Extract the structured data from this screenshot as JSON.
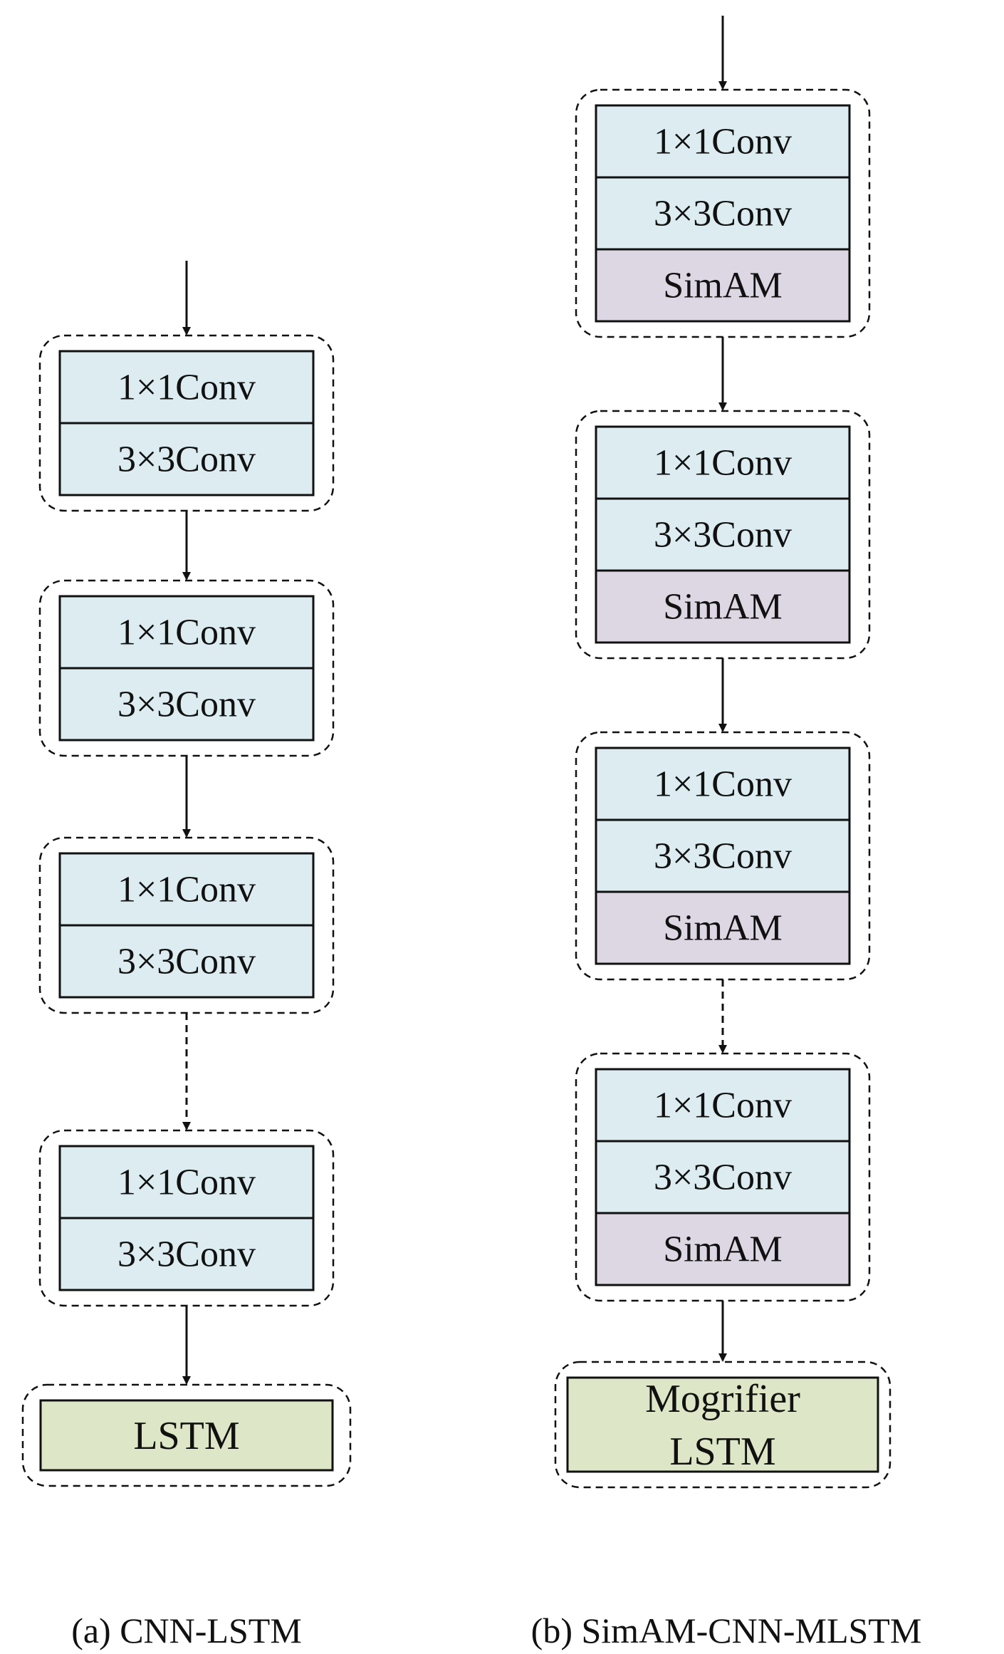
{
  "colors": {
    "conv_fill": "#dcecf1",
    "simam_fill": "#ddd6e3",
    "lstm_fill": "#dde6c6",
    "stroke": "#111111"
  },
  "diagram_a": {
    "caption": "(a) CNN-LSTM",
    "blocks": [
      {
        "layers": [
          {
            "label": "1×1Conv",
            "kind": "conv"
          },
          {
            "label": "3×3Conv",
            "kind": "conv"
          }
        ]
      },
      {
        "layers": [
          {
            "label": "1×1Conv",
            "kind": "conv"
          },
          {
            "label": "3×3Conv",
            "kind": "conv"
          }
        ]
      },
      {
        "layers": [
          {
            "label": "1×1Conv",
            "kind": "conv"
          },
          {
            "label": "3×3Conv",
            "kind": "conv"
          }
        ]
      },
      {
        "layers": [
          {
            "label": "1×1Conv",
            "kind": "conv"
          },
          {
            "label": "3×3Conv",
            "kind": "conv"
          }
        ]
      }
    ],
    "output": {
      "lines": [
        "LSTM"
      ]
    },
    "dashed_connection_after_block": 3
  },
  "diagram_b": {
    "caption": "(b) SimAM-CNN-MLSTM",
    "blocks": [
      {
        "layers": [
          {
            "label": "1×1Conv",
            "kind": "conv"
          },
          {
            "label": "3×3Conv",
            "kind": "conv"
          },
          {
            "label": "SimAM",
            "kind": "simam"
          }
        ]
      },
      {
        "layers": [
          {
            "label": "1×1Conv",
            "kind": "conv"
          },
          {
            "label": "3×3Conv",
            "kind": "conv"
          },
          {
            "label": "SimAM",
            "kind": "simam"
          }
        ]
      },
      {
        "layers": [
          {
            "label": "1×1Conv",
            "kind": "conv"
          },
          {
            "label": "3×3Conv",
            "kind": "conv"
          },
          {
            "label": "SimAM",
            "kind": "simam"
          }
        ]
      },
      {
        "layers": [
          {
            "label": "1×1Conv",
            "kind": "conv"
          },
          {
            "label": "3×3Conv",
            "kind": "conv"
          },
          {
            "label": "SimAM",
            "kind": "simam"
          }
        ]
      }
    ],
    "output": {
      "lines": [
        "Mogrifier",
        "LSTM"
      ]
    },
    "dashed_connection_after_block": 3
  }
}
